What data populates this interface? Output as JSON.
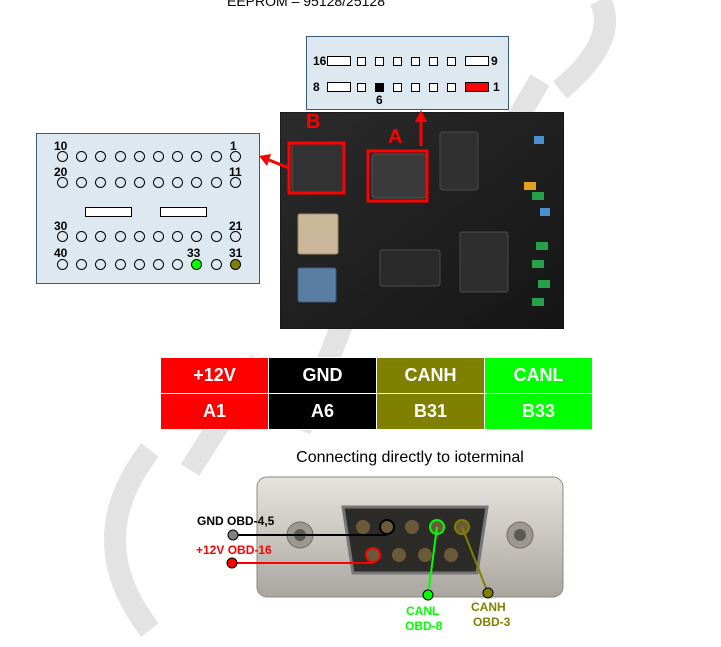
{
  "header": {
    "title": "EEPROM – 95128/25128"
  },
  "obd_connector": {
    "pin_labels": {
      "p16": "16",
      "p9": "9",
      "p8": "8",
      "p1": "1",
      "p6": "6"
    }
  },
  "ecu_connector_b": {
    "pin_labels": {
      "p10": "10",
      "p1": "1",
      "p20": "20",
      "p11": "11",
      "p30": "30",
      "p21": "21",
      "p40": "40",
      "p33": "33",
      "p31": "31"
    }
  },
  "photo_labels": {
    "a": "A",
    "b": "B"
  },
  "pin_table": {
    "headers": [
      "+12V",
      "GND",
      "CANH",
      "CANL"
    ],
    "pins": [
      "A1",
      "A6",
      "B31",
      "B33"
    ]
  },
  "connect_caption": "Connecting directly to ioterminal",
  "db9_labels": {
    "gnd": "GND OBD-4,5",
    "v12": "+12V OBD-16",
    "canl_1": "CANL",
    "canl_2": "OBD-8",
    "canh_1": "CANH",
    "canh_2": "OBD-3"
  },
  "colors": {
    "v12": "#ff0000",
    "gnd": "#000000",
    "canh": "#808000",
    "canl": "#00ff00",
    "panel": "#dde8f0"
  }
}
